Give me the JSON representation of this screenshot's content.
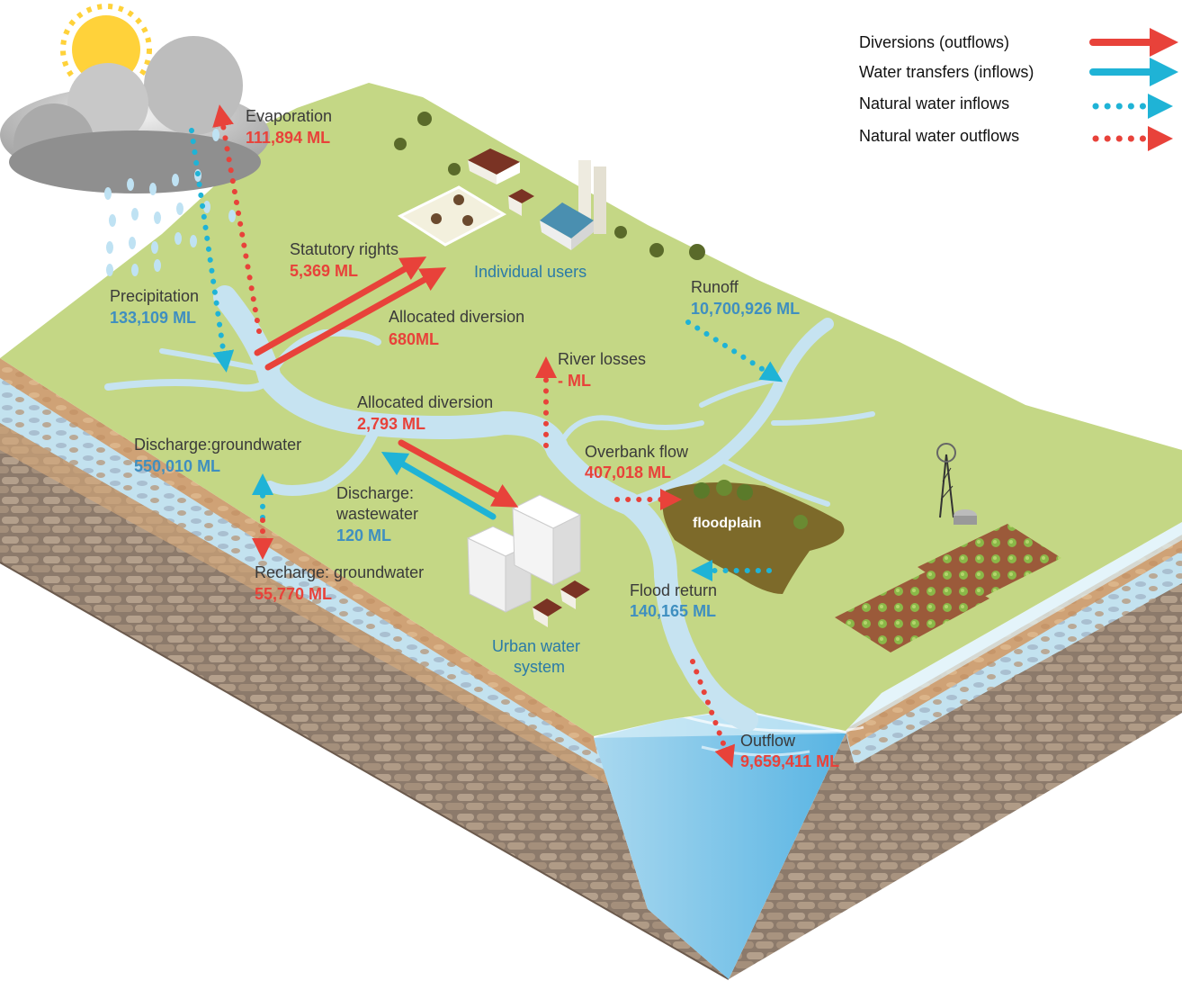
{
  "colors": {
    "outflow_red": "#e8423a",
    "inflow_blue": "#1fb3d6",
    "land_green": "#c4d785",
    "water": "#b6dcef",
    "soil": "#d9a870",
    "rock": "#9a8474",
    "floodplain": "#7d6a2a"
  },
  "legend": [
    {
      "label": "Diversions (outflows)",
      "style": "solid-red-arrow"
    },
    {
      "label": "Water transfers (inflows)",
      "style": "solid-blue-arrow"
    },
    {
      "label": "Natural water inflows",
      "style": "dotted-blue-arrow"
    },
    {
      "label": "Natural water outflows",
      "style": "dotted-red-arrow"
    }
  ],
  "flows": {
    "evaporation": {
      "label": "Evaporation",
      "value": "111,894 ML"
    },
    "precipitation": {
      "label": "Precipitation",
      "value": "133,109 ML"
    },
    "statutory_rights": {
      "label": "Statutory rights",
      "value": "5,369 ML"
    },
    "allocated_diversion_1": {
      "label": "Allocated diversion",
      "value": "680ML"
    },
    "individual_users": {
      "label": "Individual users"
    },
    "runoff": {
      "label": "Runoff",
      "value": "10,700,926 ML"
    },
    "river_losses": {
      "label": "River losses",
      "value": "- ML"
    },
    "allocated_diversion_2": {
      "label": "Allocated diversion",
      "value": "2,793 ML"
    },
    "discharge_groundwater": {
      "label": "Discharge:groundwater",
      "value": "550,010 ML"
    },
    "discharge_wastewater": {
      "label_line1": "Discharge:",
      "label_line2": "wastewater",
      "value": "120 ML"
    },
    "overbank_flow": {
      "label": "Overbank flow",
      "value": "407,018 ML"
    },
    "floodplain": {
      "label": "floodplain"
    },
    "recharge_groundwater": {
      "label": "Recharge: groundwater",
      "value": "55,770 ML"
    },
    "flood_return": {
      "label": "Flood return",
      "value": "140,165 ML"
    },
    "urban_water_system": {
      "label_line1": "Urban water",
      "label_line2": "system"
    },
    "outflow": {
      "label": "Outflow",
      "value": "9,659,411 ML"
    }
  }
}
